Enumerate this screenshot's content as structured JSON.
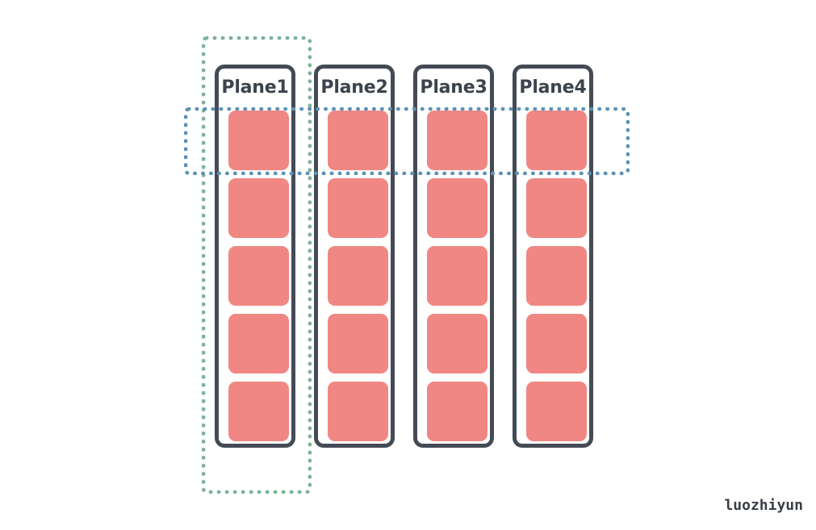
{
  "colors": {
    "plane_border": "#444b55",
    "cell_fill": "#f08783",
    "column_group_outline": "#7db499",
    "row_group_outline": "#5d93b5"
  },
  "planes": [
    {
      "label": "Plane1",
      "cell_count": 5
    },
    {
      "label": "Plane2",
      "cell_count": 5
    },
    {
      "label": "Plane3",
      "cell_count": 5
    },
    {
      "label": "Plane4",
      "cell_count": 5
    }
  ],
  "watermark": "luozhiyun"
}
